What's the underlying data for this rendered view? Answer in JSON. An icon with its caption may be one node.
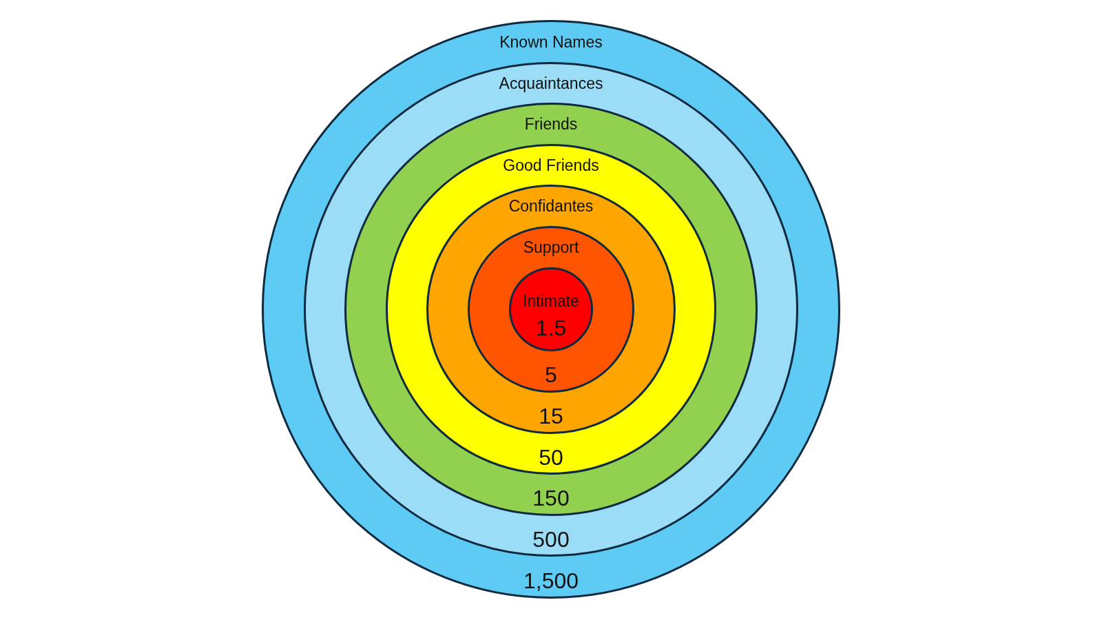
{
  "diagram": {
    "nodes": [
      {
        "text": [
          "Known Names",
          "1,500"
        ]
      },
      {
        "text": [
          "Acquaintances",
          "500"
        ],
        "in": 0
      },
      {
        "text": [
          "Friends",
          "150"
        ],
        "in": 1
      },
      {
        "text": [
          "Good Friends",
          "50"
        ],
        "in": 2
      },
      {
        "text": [
          "Confidantes",
          "15"
        ],
        "in": 3
      },
      {
        "text": [
          "Support",
          "5"
        ],
        "in": 4
      },
      {
        "text": [
          "Intimate",
          "1.5"
        ],
        "in": 5
      }
    ]
  }
}
